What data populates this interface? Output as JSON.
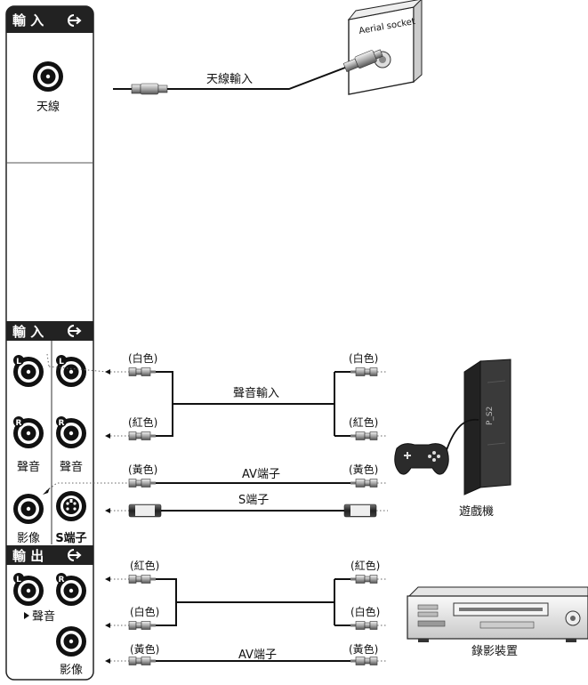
{
  "panel": {
    "input_header_1": "輸 入",
    "antenna_label": "天線",
    "input_header_2": "輸 入",
    "audio_label_1": "聲音",
    "audio_label_2": "聲音",
    "video_label": "影像",
    "s_terminal_label": "S端子",
    "output_header": "輸 出",
    "output_audio_label": "聲音",
    "output_video_label": "影像",
    "left_marker": "L",
    "right_marker": "R"
  },
  "antenna": {
    "aerial_socket_label": "Aerial socket",
    "antenna_input_label": "天線輸入"
  },
  "game_connection": {
    "white_left": "(白色)",
    "white_right": "(白色)",
    "red_left": "(紅色)",
    "red_right": "(紅色)",
    "audio_input_label": "聲音輸入",
    "yellow_left": "(黃色)",
    "yellow_right": "(黃色)",
    "av_label": "AV端子",
    "s_label": "S端子",
    "console_logo": "P_S2",
    "game_device_label": "遊戲機"
  },
  "recorder_connection": {
    "red_left": "(紅色)",
    "red_right": "(紅色)",
    "white_left": "(白色)",
    "white_right": "(白色)",
    "yellow_left": "(黃色)",
    "yellow_right": "(黃色)",
    "av_label": "AV端子",
    "recorder_label": "錄影裝置"
  }
}
